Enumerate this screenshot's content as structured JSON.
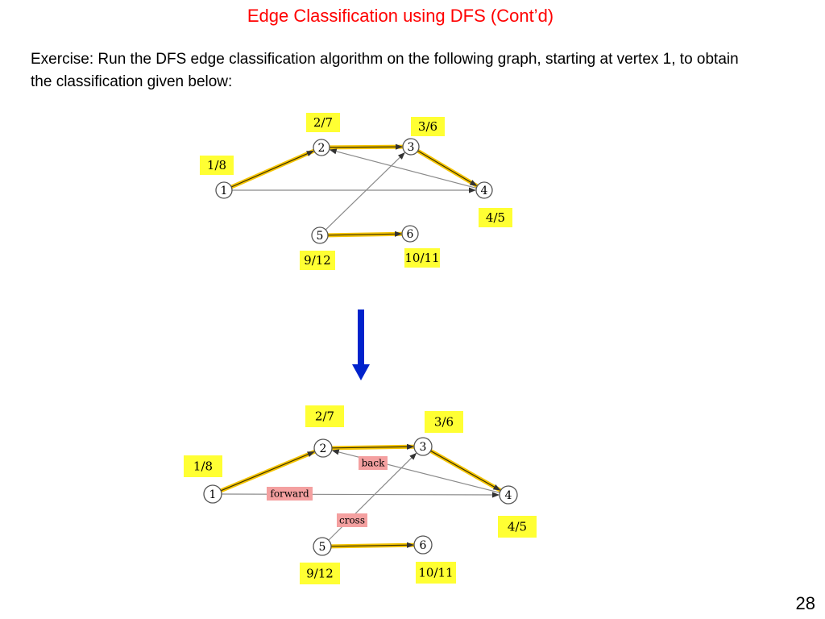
{
  "slide": {
    "title": "Edge Classification using DFS (Cont’d)",
    "exercise": "Exercise: Run the DFS edge classification algorithm on the following graph, starting at vertex 1, to obtain the classification given below:",
    "page_number": "28"
  },
  "colors": {
    "title": "#ff0000",
    "highlight": "#ffff33",
    "tree_edge": "#f5c400",
    "edge": "#8a8a8a",
    "label_bg": "#f4a0a0",
    "arrow": "#0022cc"
  },
  "graph_top": {
    "nodes": [
      {
        "id": "1",
        "label": "1",
        "time": "1/8"
      },
      {
        "id": "2",
        "label": "2",
        "time": "2/7"
      },
      {
        "id": "3",
        "label": "3",
        "time": "3/6"
      },
      {
        "id": "4",
        "label": "4",
        "time": "4/5"
      },
      {
        "id": "5",
        "label": "5",
        "time": "9/12"
      },
      {
        "id": "6",
        "label": "6",
        "time": "10/11"
      }
    ],
    "edges": [
      {
        "from": "1",
        "to": "2",
        "tree": true,
        "label": ""
      },
      {
        "from": "2",
        "to": "3",
        "tree": true,
        "label": ""
      },
      {
        "from": "3",
        "to": "4",
        "tree": true,
        "label": ""
      },
      {
        "from": "4",
        "to": "2",
        "tree": false,
        "label": ""
      },
      {
        "from": "1",
        "to": "4",
        "tree": false,
        "label": ""
      },
      {
        "from": "5",
        "to": "3",
        "tree": false,
        "label": ""
      },
      {
        "from": "5",
        "to": "6",
        "tree": true,
        "label": ""
      }
    ]
  },
  "graph_bottom": {
    "nodes": [
      {
        "id": "1",
        "label": "1",
        "time": "1/8"
      },
      {
        "id": "2",
        "label": "2",
        "time": "2/7"
      },
      {
        "id": "3",
        "label": "3",
        "time": "3/6"
      },
      {
        "id": "4",
        "label": "4",
        "time": "4/5"
      },
      {
        "id": "5",
        "label": "5",
        "time": "9/12"
      },
      {
        "id": "6",
        "label": "6",
        "time": "10/11"
      }
    ],
    "edges": [
      {
        "from": "1",
        "to": "2",
        "tree": true,
        "label": ""
      },
      {
        "from": "2",
        "to": "3",
        "tree": true,
        "label": ""
      },
      {
        "from": "3",
        "to": "4",
        "tree": true,
        "label": ""
      },
      {
        "from": "4",
        "to": "2",
        "tree": false,
        "label": "back"
      },
      {
        "from": "1",
        "to": "4",
        "tree": false,
        "label": "forward"
      },
      {
        "from": "5",
        "to": "3",
        "tree": false,
        "label": "cross"
      },
      {
        "from": "5",
        "to": "6",
        "tree": true,
        "label": ""
      }
    ]
  },
  "connector_arrow": {
    "icon": "arrow-down-icon"
  }
}
